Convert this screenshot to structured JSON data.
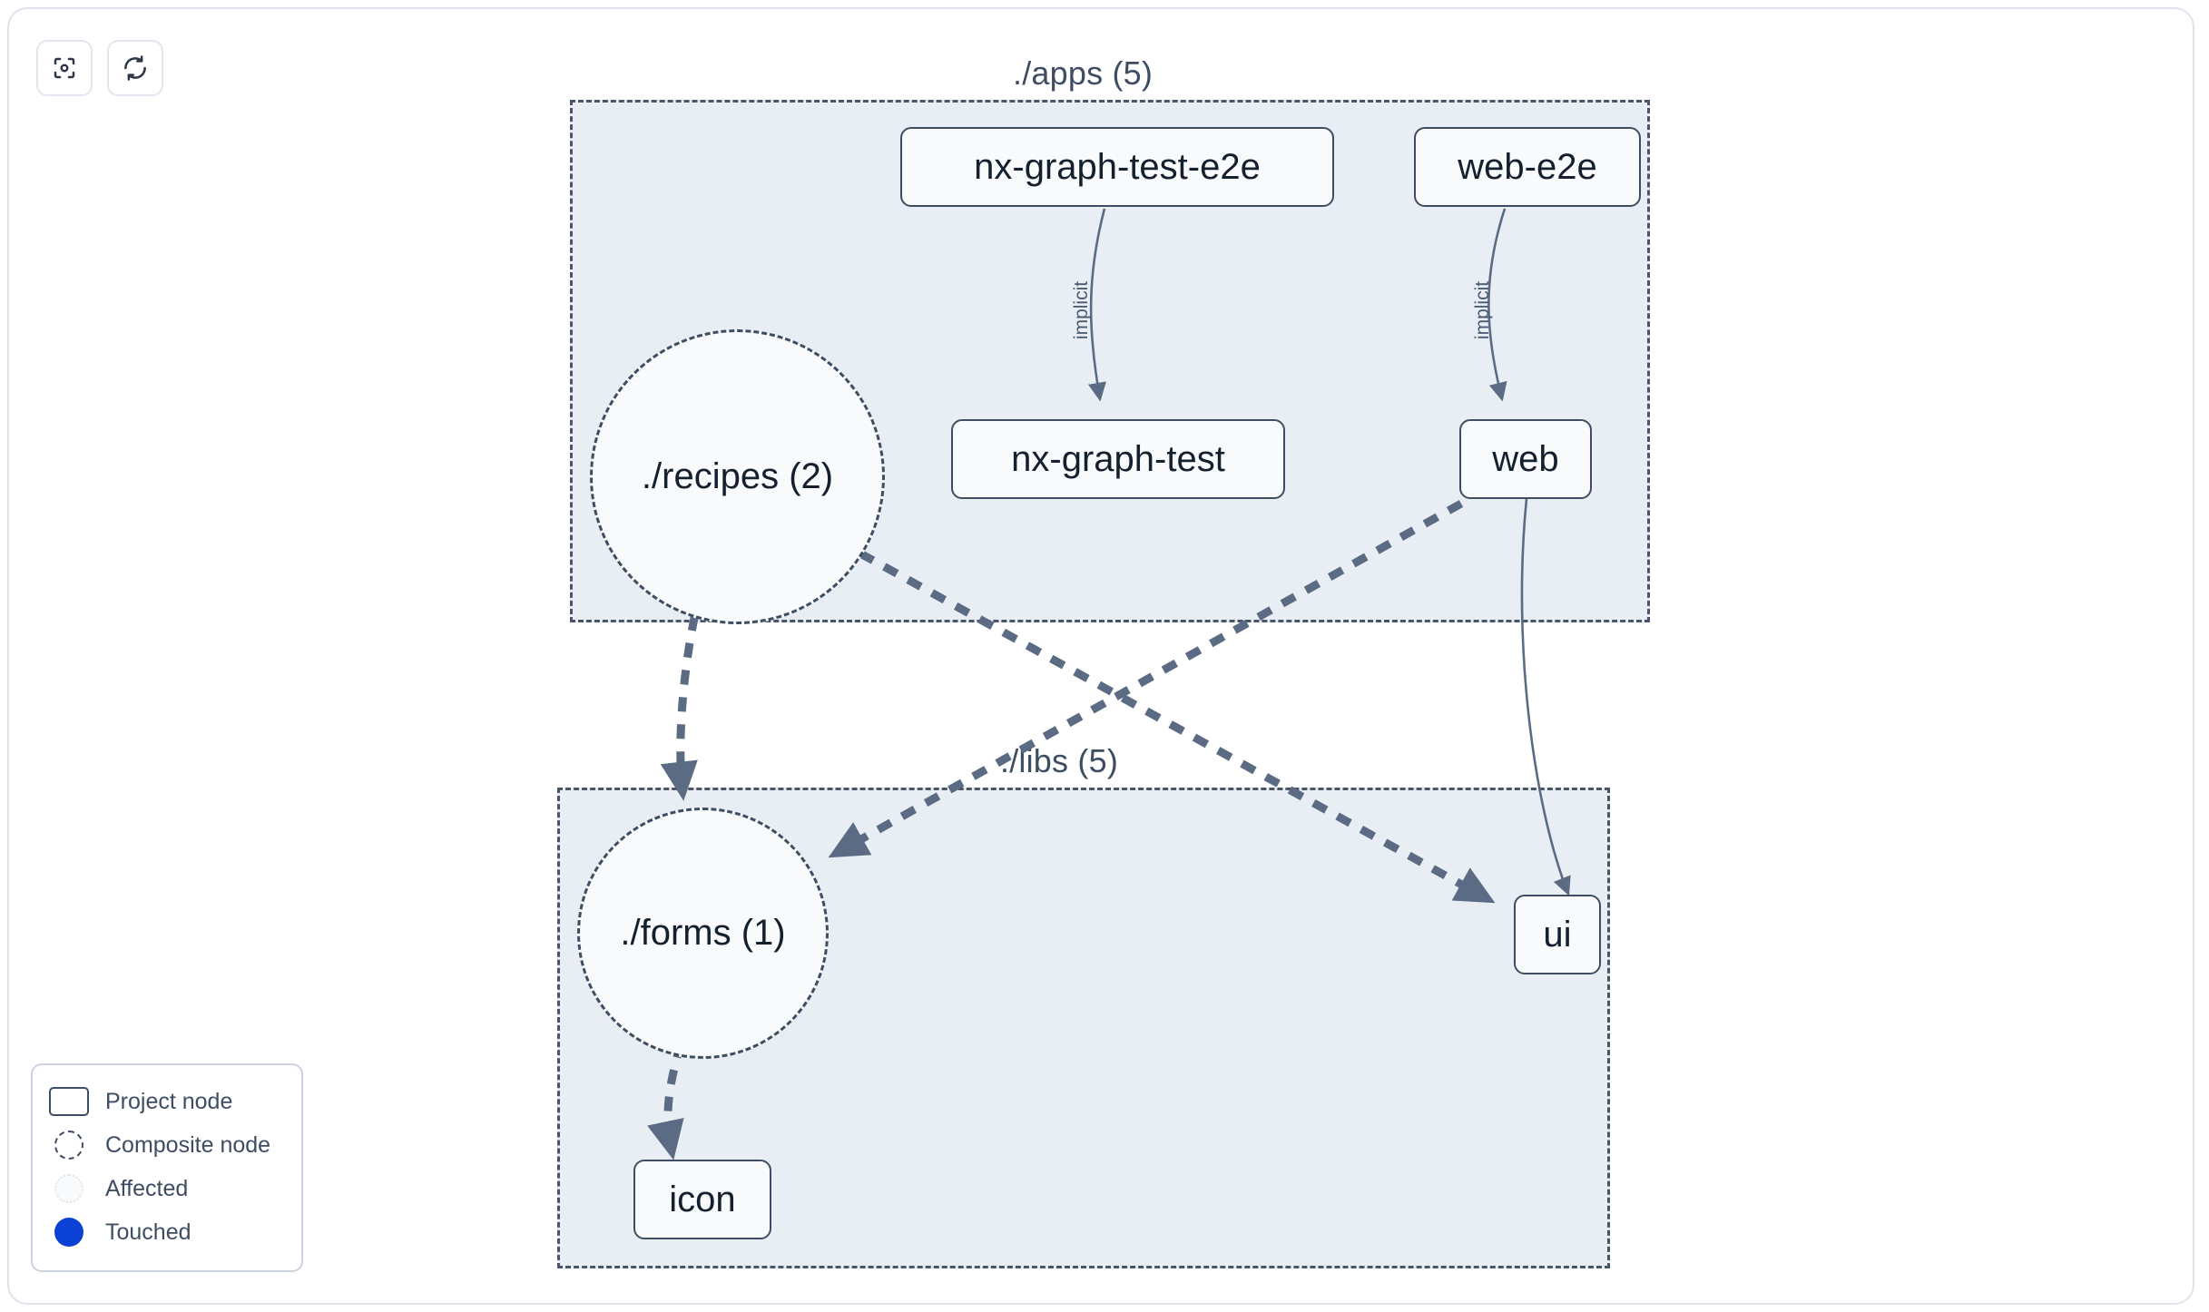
{
  "toolbar": {
    "buttons": [
      {
        "name": "focus-graph-button",
        "icon": "focus-target-icon",
        "label": ""
      },
      {
        "name": "refresh-graph-button",
        "icon": "refresh-icon",
        "label": ""
      }
    ]
  },
  "graph": {
    "groups": [
      {
        "id": "apps",
        "label": "./apps (5)"
      },
      {
        "id": "libs",
        "label": "./libs (5)"
      }
    ],
    "nodes": [
      {
        "id": "nx-graph-test-e2e",
        "label": "nx-graph-test-e2e",
        "type": "project",
        "group": "apps"
      },
      {
        "id": "web-e2e",
        "label": "web-e2e",
        "type": "project",
        "group": "apps"
      },
      {
        "id": "nx-graph-test",
        "label": "nx-graph-test",
        "type": "project",
        "group": "apps"
      },
      {
        "id": "web",
        "label": "web",
        "type": "project",
        "group": "apps"
      },
      {
        "id": "recipes",
        "label": "./recipes (2)",
        "type": "composite",
        "group": "apps"
      },
      {
        "id": "forms",
        "label": "./forms (1)",
        "type": "composite",
        "group": "libs"
      },
      {
        "id": "ui",
        "label": "ui",
        "type": "project",
        "group": "libs"
      },
      {
        "id": "icon",
        "label": "icon",
        "type": "project",
        "group": "libs"
      }
    ],
    "edges": [
      {
        "from": "nx-graph-test-e2e",
        "to": "nx-graph-test",
        "label": "implicit",
        "style": "solid"
      },
      {
        "from": "web-e2e",
        "to": "web",
        "label": "implicit",
        "style": "solid"
      },
      {
        "from": "web",
        "to": "ui",
        "label": "",
        "style": "solid"
      },
      {
        "from": "recipes",
        "to": "forms",
        "label": "",
        "style": "dashed"
      },
      {
        "from": "recipes",
        "to": "ui",
        "label": "",
        "style": "dashed"
      },
      {
        "from": "web",
        "to": "forms",
        "label": "",
        "style": "dashed"
      },
      {
        "from": "forms",
        "to": "icon",
        "label": "",
        "style": "dashed"
      }
    ]
  },
  "legend": {
    "items": [
      {
        "swatch": "project-node-swatch",
        "label": "Project node"
      },
      {
        "swatch": "composite-node-swatch",
        "label": "Composite node"
      },
      {
        "swatch": "affected-swatch",
        "label": "Affected"
      },
      {
        "swatch": "touched-swatch",
        "label": "Touched"
      }
    ]
  },
  "colors": {
    "group_fill": "#e9eef5",
    "group_border": "#4a5568",
    "node_border": "#3f4d63",
    "node_fill": "#f8fafc",
    "edge": "#5b6b83",
    "touched": "#0c41d6",
    "panel_border": "#dfe3ec"
  }
}
